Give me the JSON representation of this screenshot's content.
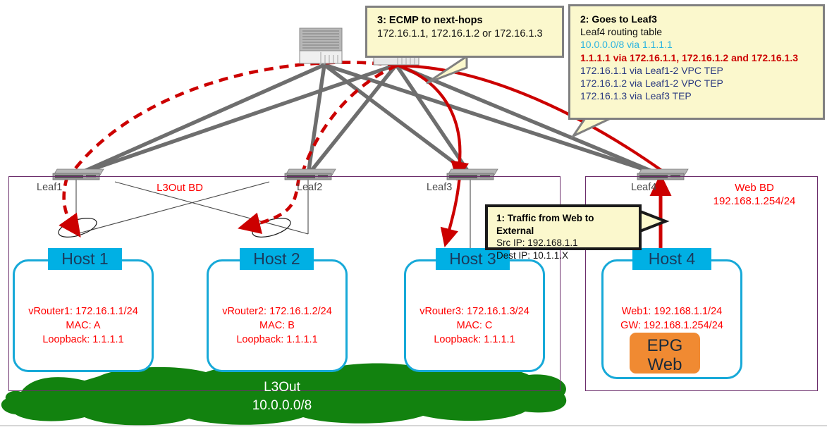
{
  "diagram": {
    "title": "ACI L3Out ECMP routing diagram"
  },
  "callouts": [
    {
      "id": "callout-3",
      "title": "3: ECMP to next-hops",
      "lines": [
        {
          "text": "172.16.1.1, 172.16.1.2 or 172.16.1.3",
          "color": "black"
        }
      ]
    },
    {
      "id": "callout-2",
      "title": "2: Goes to Leaf3",
      "lines": [
        {
          "text": "Leaf4 routing table",
          "color": "black"
        },
        {
          "text": "10.0.0.0/8 via 1.1.1.1",
          "color": "cyan"
        },
        {
          "text": "1.1.1.1 via 172.16.1.1, 172.16.1.2 and 172.16.1.3",
          "color": "red"
        },
        {
          "text": "172.16.1.1 via Leaf1-2 VPC TEP",
          "color": "navy"
        },
        {
          "text": "172.16.1.2 via Leaf1-2 VPC TEP",
          "color": "navy"
        },
        {
          "text": "172.16.1.3 via Leaf3 TEP",
          "color": "navy"
        }
      ]
    },
    {
      "id": "callout-1",
      "title": "1: Traffic from Web to External",
      "lines": [
        {
          "text": "Src IP: 192.168.1.1",
          "color": "black"
        },
        {
          "text": "Dest IP: 10.1.1.X",
          "color": "black"
        }
      ]
    }
  ],
  "leaves": [
    {
      "id": "leaf1",
      "label": "Leaf1"
    },
    {
      "id": "leaf2",
      "label": "Leaf2"
    },
    {
      "id": "leaf3",
      "label": "Leaf3"
    },
    {
      "id": "leaf4",
      "label": "Leaf4"
    }
  ],
  "bridge_domains": [
    {
      "id": "l3out-bd",
      "label": "L3Out BD"
    },
    {
      "id": "web-bd",
      "label": "Web BD\n192.168.1.254/24"
    }
  ],
  "hosts": [
    {
      "id": "host1",
      "name": "Host 1",
      "details": "vRouter1: 172.16.1.1/24\nMAC: A\nLoopback: 1.1.1.1",
      "icon": "router-icon"
    },
    {
      "id": "host2",
      "name": "Host 2",
      "details": "vRouter2: 172.16.1.2/24\nMAC: B\nLoopback: 1.1.1.1",
      "icon": "router-icon"
    },
    {
      "id": "host3",
      "name": "Host 3",
      "details": "vRouter3: 172.16.1.3/24\nMAC: C\nLoopback: 1.1.1.1",
      "icon": "router-icon"
    },
    {
      "id": "host4",
      "name": "Host 4",
      "details": "Web1: 192.168.1.1/24\nGW: 192.168.1.254/24",
      "icon": "server-icon",
      "epg_label": "EPG\nWeb"
    }
  ],
  "cloud": {
    "id": "l3out-cloud",
    "label": "L3Out\n10.0.0.0/8"
  },
  "colors": {
    "callout_fill": "#fbf8cd",
    "callout_border_gray": "#808080",
    "callout_border_black": "#1a1a1a",
    "bd_border": "#6b2d6b",
    "bd_label": "#ff0000",
    "host_border": "#17a9d8",
    "host_banner": "#00b0e4",
    "host_banner_text": "#1a3a5c",
    "host_text": "#ff0000",
    "epg_fill": "#f08a32",
    "cloud_fill": "#12820f",
    "cloud_text": "#ffffff",
    "fabric_link": "#6e6e6e",
    "traffic_red": "#cc0000",
    "route_cyan": "#2bb4e0",
    "route_navy": "#2b3a80"
  }
}
